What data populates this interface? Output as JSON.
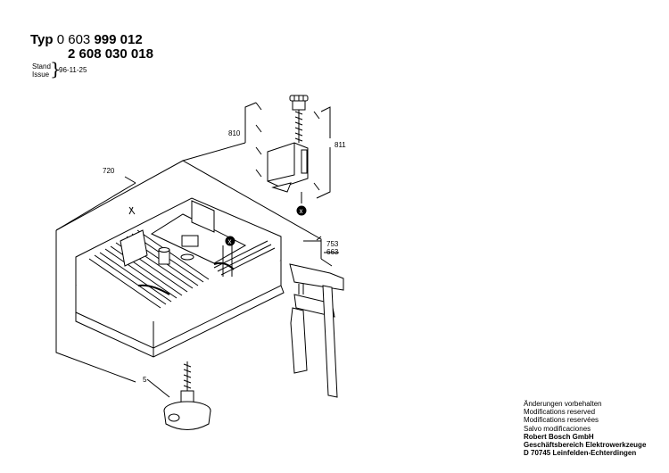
{
  "header": {
    "typ_label": "Typ",
    "part_no_1_thin": "0 603",
    "part_no_1_bold": "999 012",
    "part_no_2": "2 608 030 018",
    "stand_label": "Stand",
    "issue_label": "Issue",
    "date": "96-11-25"
  },
  "callouts": {
    "c810": "810",
    "c811": "811",
    "c720": "720",
    "c753": "753",
    "c663": "663",
    "c5": "5",
    "x_mark": "x"
  },
  "footer": {
    "lines": [
      "Änderungen vorbehalten",
      "Modifications reserved",
      "Modifications reservées",
      "Salvo modificaciones"
    ],
    "company": "Robert Bosch GmbH",
    "division": "Geschäftsbereich Elektrowerkzeuge",
    "address": "D 70745 Leinfelden-Echterdingen"
  }
}
